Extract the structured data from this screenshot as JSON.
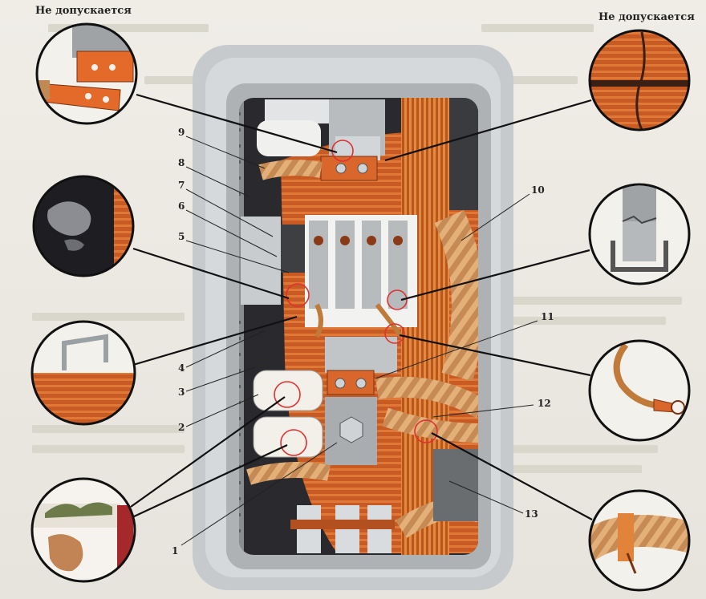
{
  "captions": {
    "left_top": "Не допускается",
    "right_top": "Не допускается"
  },
  "callouts": [
    "9",
    "8",
    "7",
    "6",
    "5",
    "4",
    "3",
    "2",
    "1",
    "10",
    "11",
    "12",
    "13"
  ],
  "colors": {
    "copper": "#d9662a",
    "copper_dark": "#8a3a16",
    "frame": "#c9ccd0",
    "cavity": "#2a2a2e",
    "highlight_circle": "#e03030"
  },
  "icons": [
    "fault-detail-magnifier"
  ]
}
